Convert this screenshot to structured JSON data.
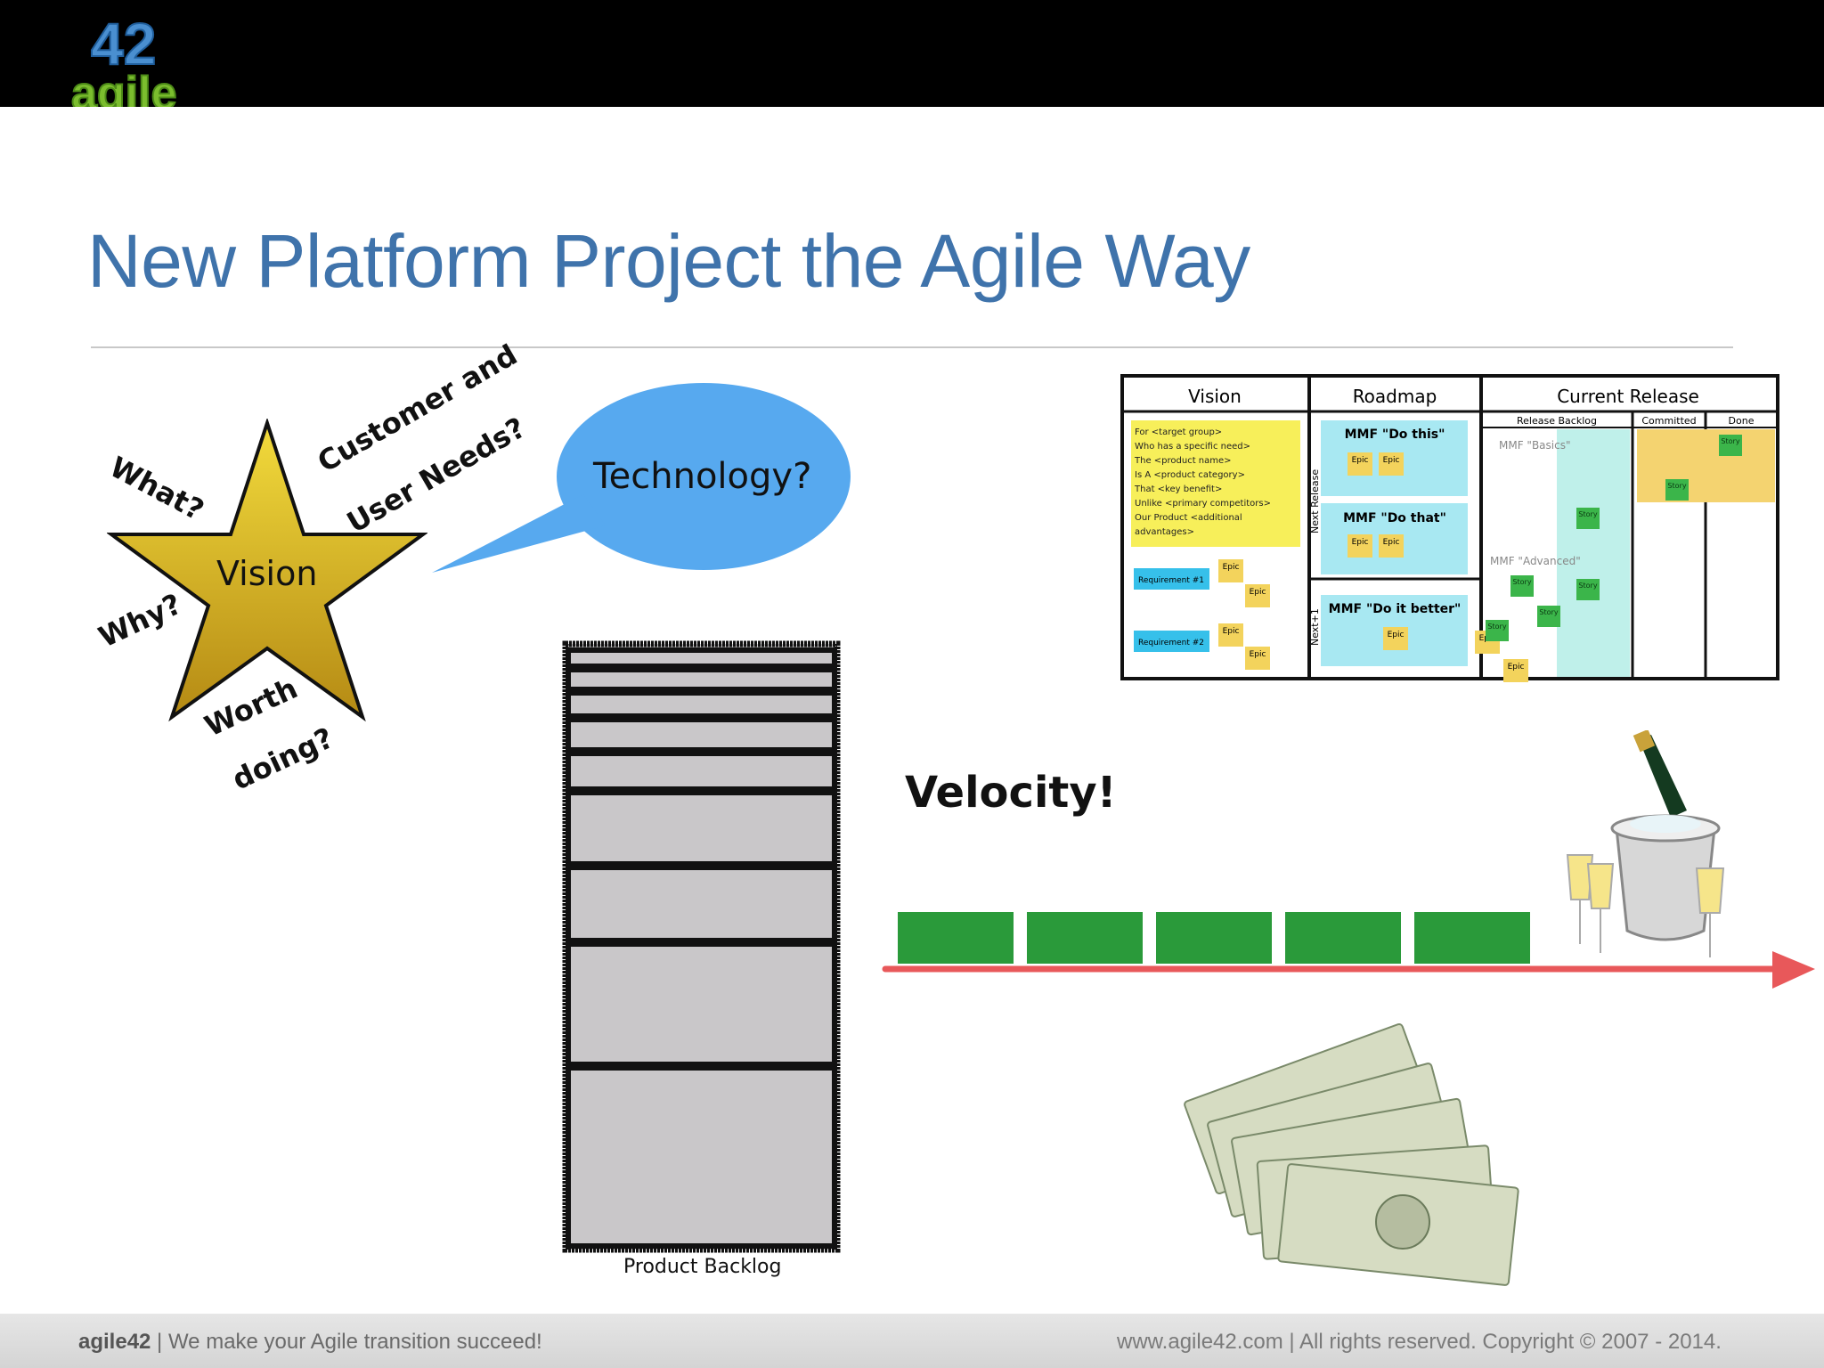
{
  "logo": {
    "number": "42",
    "word": "agile"
  },
  "title": "New Platform Project the Agile Way",
  "star": {
    "label": "Vision",
    "q_what": "What?",
    "q_customer": "Customer and",
    "q_user": "User Needs?",
    "q_why": "Why?",
    "q_worth_1": "Worth",
    "q_worth_2": "doing?"
  },
  "bubble": {
    "label": "Technology?"
  },
  "backlog": {
    "label": "Product Backlog",
    "item_count": 9
  },
  "board": {
    "vision_title": "Vision",
    "roadmap_title": "Roadmap",
    "release_title": "Current Release",
    "col_backlog": "Release Backlog",
    "col_committed": "Committed",
    "col_done": "Done",
    "vision_lines": [
      "For <target group>",
      "Who has a specific need>",
      "The <product name>",
      "Is A <product category>",
      "That <key benefit>",
      "Unlike <primary competitors>",
      "Our Product <additional",
      "advantages>"
    ],
    "req1": "Requirement #1",
    "req2": "Requirement #2",
    "mmf1": "MMF \"Do this\"",
    "mmf2": "MMF \"Do that\"",
    "mmf3": "MMF \"Do it better\"",
    "next_release": "Next Release",
    "next1": "Next+1",
    "mmf_basics": "MMF \"Basics\"",
    "mmf_advanced": "MMF \"Advanced\"",
    "epic": "Epic",
    "story": "Story"
  },
  "velocity": {
    "label": "Velocity!",
    "increments": 5
  },
  "footer": {
    "brand": "agile42",
    "tagline": " | We make your Agile transition succeed!",
    "right": "www.agile42.com   |   All rights reserved. Copyright © 2007 - 2014."
  },
  "colors": {
    "title": "#3f73ab",
    "star": "#d9b41f",
    "bubble": "#57a9ef",
    "increment": "#2a9a3a",
    "arrow": "#e8585a",
    "backlog_fill": "#c9c7c9"
  }
}
